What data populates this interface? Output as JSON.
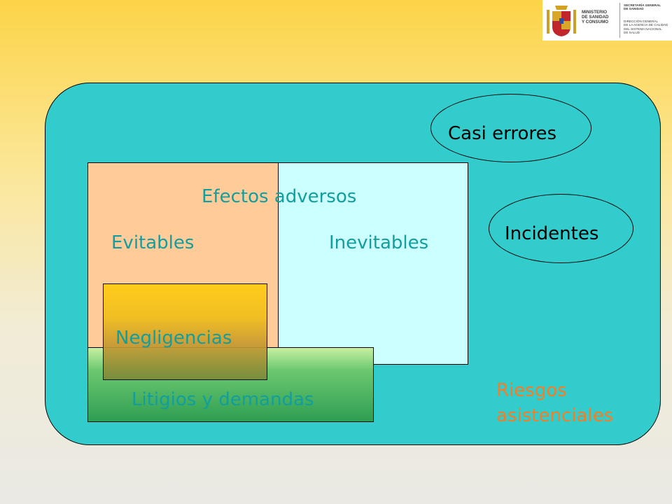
{
  "logo": {
    "ministry_lines": "MINISTERIO\nDE SANIDAD\nY CONSUMO",
    "secretaria_lines": "SECRETARÍA GENERAL\nDE SANIDAD",
    "direccion_lines": "DIRECCIÓN GENERAL\nDE LA AGENCIA DE CALIDAD\nDEL SISTEMA NACIONAL\nDE SALUD"
  },
  "diagram": {
    "efectos_adversos": "Efectos adversos",
    "evitables": "Evitables",
    "inevitables": "Inevitables",
    "negligencias": "Negligencias",
    "litigios": "Litigios y demandas",
    "casi_errores": "Casi errores",
    "incidentes": "Incidentes",
    "riesgos_line1": "Riesgos",
    "riesgos_line2": "asistenciales"
  },
  "colors": {
    "panel": "#33cccc",
    "evitables_fill": "#ffcc99",
    "inevitables_fill": "#ccffff",
    "label_teal": "#139e9e",
    "label_orange": "#f47d25"
  }
}
